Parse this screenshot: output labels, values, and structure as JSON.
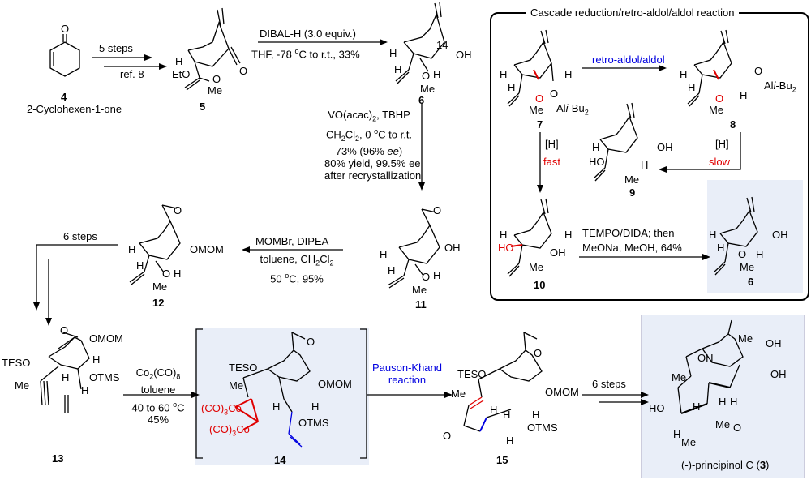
{
  "scheme": {
    "cascade_box": {
      "title": "Cascade reduction/retro-aldol/aldol reaction",
      "compounds": [
        {
          "id": "7",
          "labels": [
            "H",
            "H",
            "O",
            "Me",
            "O",
            "Al",
            "i",
            "-Bu",
            "2",
            "H"
          ]
        },
        {
          "id": "8",
          "labels": [
            "H",
            "H",
            "O",
            "Me",
            "O",
            "Al",
            "i",
            "-Bu",
            "2",
            "H"
          ]
        },
        {
          "id": "9",
          "labels": [
            "H",
            "HO",
            "OH",
            "H",
            "Me"
          ]
        },
        {
          "id": "10",
          "labels": [
            "H",
            "HO",
            "H",
            "OH",
            "Me"
          ]
        },
        {
          "id": "6",
          "labels": [
            "H",
            "H",
            "O",
            "OH",
            "H",
            "Me"
          ]
        }
      ],
      "arrows": [
        {
          "label": "retro-aldol/aldol"
        },
        {
          "label_top": "[H]",
          "label_bottom": "fast"
        },
        {
          "label_top": "[H]",
          "label_bottom": "slow"
        },
        {
          "label_top": "TEMPO/DIDA; then",
          "label_bottom": "MeONa, MeOH, 64%"
        }
      ]
    },
    "compounds": [
      {
        "id": "4",
        "name": "2-Cyclohexen-1-one",
        "labels": [
          "O"
        ]
      },
      {
        "id": "5",
        "labels": [
          "H",
          "EtO",
          "O",
          "O",
          "Me"
        ]
      },
      {
        "id": "6",
        "labels": [
          "H",
          "H",
          "14",
          "OH",
          "O",
          "H",
          "Me"
        ]
      },
      {
        "id": "11",
        "labels": [
          "O",
          "H",
          "H",
          "OH",
          "O",
          "H",
          "Me"
        ]
      },
      {
        "id": "12",
        "labels": [
          "O",
          "H",
          "H",
          "OMOM",
          "O",
          "H",
          "Me"
        ]
      },
      {
        "id": "13",
        "labels": [
          "O",
          "OMOM",
          "TESO",
          "H",
          "Me",
          "H",
          "OTMS",
          "H"
        ]
      },
      {
        "id": "14",
        "labels": [
          "O",
          "TESO",
          "Me",
          "OMOM",
          "(CO)",
          "3",
          "Co",
          "(CO)",
          "3",
          "Co",
          "H",
          "H",
          "OTMS"
        ]
      },
      {
        "id": "15",
        "labels": [
          "O",
          "TESO",
          "Me",
          "OMOM",
          "H",
          "H",
          "H",
          "OTMS",
          "O",
          "H"
        ]
      },
      {
        "id": "3",
        "name": "(-)-principinol C",
        "labels": [
          "Me",
          "OH",
          "OH",
          "Me",
          "OH",
          "HO",
          "H",
          "H",
          "H",
          "Me",
          "O",
          "H",
          "Me"
        ]
      }
    ],
    "arrows": [
      {
        "from": "4",
        "to": "5",
        "label_top": "5 steps",
        "label_bottom": "ref. 8"
      },
      {
        "from": "5",
        "to": "6",
        "label_top": "DIBAL-H (3.0 equiv.)",
        "label_bottom": "THF, -78 °C to r.t., 33%"
      },
      {
        "from": "6",
        "to": "11",
        "lines": [
          "VO(acac)2, TBHP",
          "CH2Cl2, 0 °C to r.t.",
          "73% (96% ee)",
          "80% yield, 99.5% ee",
          "after recrystallization"
        ]
      },
      {
        "from": "11",
        "to": "12",
        "label_top": "MOMBr, DIPEA",
        "label_bottom_1": "toluene, CH2Cl2",
        "label_bottom_2": "50 °C, 95%"
      },
      {
        "from": "12",
        "to": "13",
        "label": "6 steps"
      },
      {
        "from": "13",
        "to": "14",
        "label_top_1": "Co2(CO)8",
        "label_top_2": "toluene",
        "label_bottom_1": "40 to 60 °C",
        "label_bottom_2": "45%"
      },
      {
        "from": "14",
        "to": "15",
        "label_1": "Pauson-Khand",
        "label_2": "reaction"
      },
      {
        "from": "15",
        "to": "3",
        "label": "6 steps"
      }
    ],
    "colors": {
      "highlight_red": "#e00000",
      "highlight_blue": "#0000e0",
      "shade": "#e9eef8"
    }
  }
}
